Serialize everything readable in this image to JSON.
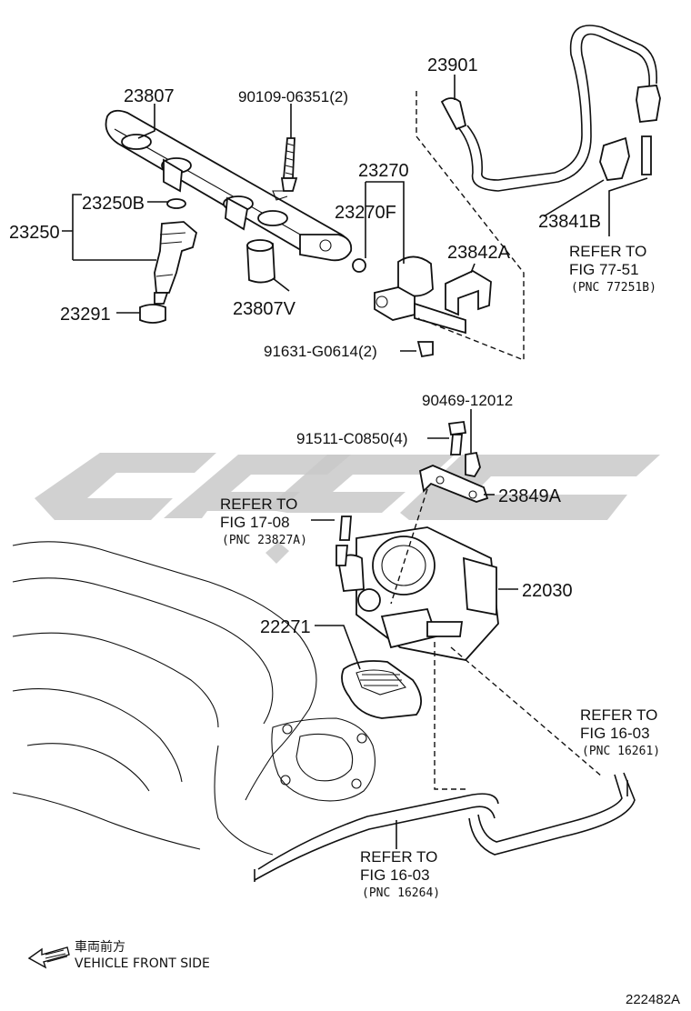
{
  "parts": {
    "p23807": "23807",
    "p90109": "90109-06351(2)",
    "p23901": "23901",
    "p23270": "23270",
    "p23250B": "23250B",
    "p23250": "23250",
    "p23270F": "23270F",
    "p23842A": "23842A",
    "p23841B": "23841B",
    "p23807V": "23807V",
    "p23291": "23291",
    "p91631": "91631-G0614(2)",
    "p90469": "90469-12012",
    "p91511": "91511-C0850(4)",
    "p23849A": "23849A",
    "p22030": "22030",
    "p22271": "22271"
  },
  "refs": {
    "fig7751": {
      "line1": "REFER TO",
      "line2": "FIG 77-51",
      "pnc": "(PNC 77251B)"
    },
    "fig1708": {
      "line1": "REFER TO",
      "line2": "FIG 17-08",
      "pnc": "(PNC 23827A)"
    },
    "fig1603a": {
      "line1": "REFER TO",
      "line2": "FIG 16-03",
      "pnc": "(PNC 16261)"
    },
    "fig1603b": {
      "line1": "REFER TO",
      "line2": "FIG 16-03",
      "pnc": "(PNC 16264)"
    }
  },
  "legend": {
    "jp": "車両前方",
    "en": "VEHICLE FRONT SIDE"
  },
  "diagram_code": "222482A",
  "colors": {
    "ink": "#111111",
    "watermark": "#c9c9c9",
    "background": "#ffffff"
  }
}
